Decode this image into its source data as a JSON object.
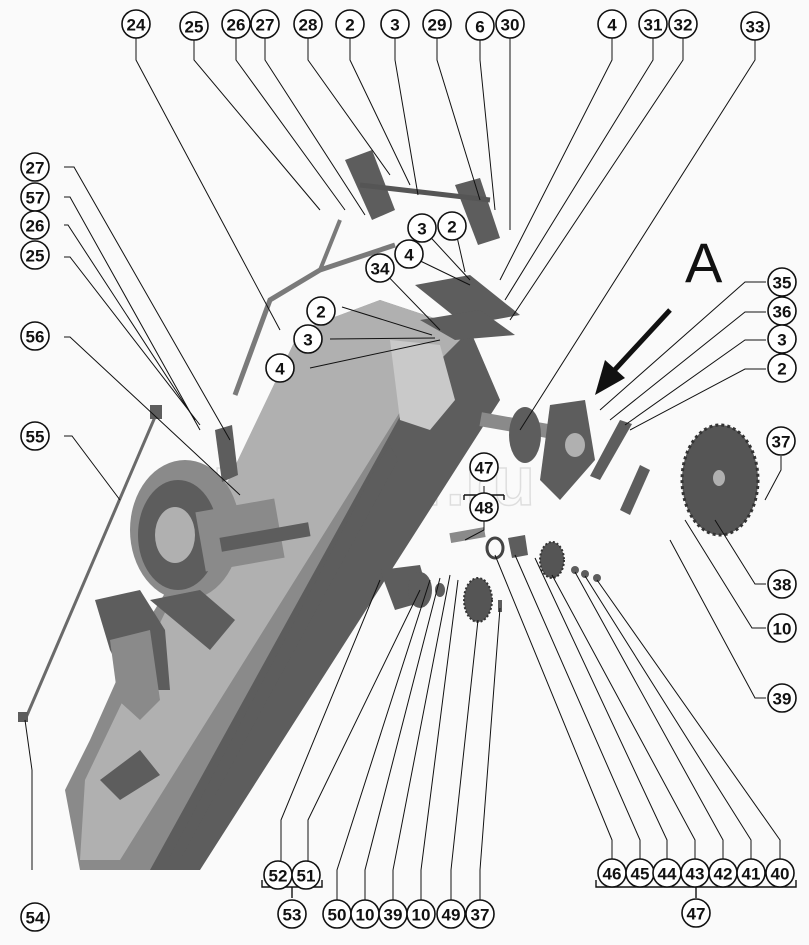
{
  "diagram": {
    "view_label": "A",
    "watermark": "autopiter.ru",
    "callouts_top": [
      "24",
      "25",
      "26",
      "27",
      "28",
      "2",
      "3",
      "29",
      "6",
      "30",
      "4",
      "31",
      "32",
      "33"
    ],
    "callouts_left": [
      "27",
      "57",
      "26",
      "25",
      "56",
      "55",
      "54"
    ],
    "callouts_right": [
      "35",
      "36",
      "3",
      "2",
      "37",
      "38",
      "10",
      "39"
    ],
    "callouts_inner": [
      "3",
      "2",
      "4",
      "34",
      "2",
      "3",
      "4",
      "47",
      "48"
    ],
    "callouts_bottom_left": [
      "52",
      "51",
      "53"
    ],
    "callouts_bottom_mid": [
      "50",
      "10",
      "39",
      "10",
      "49",
      "37"
    ],
    "callouts_bottom_right": [
      "46",
      "45",
      "44",
      "43",
      "42",
      "41",
      "40",
      "47"
    ]
  },
  "colors": {
    "frame": "#8a8a8a",
    "frame_dark": "#5d5d5d",
    "line": "#111111"
  }
}
